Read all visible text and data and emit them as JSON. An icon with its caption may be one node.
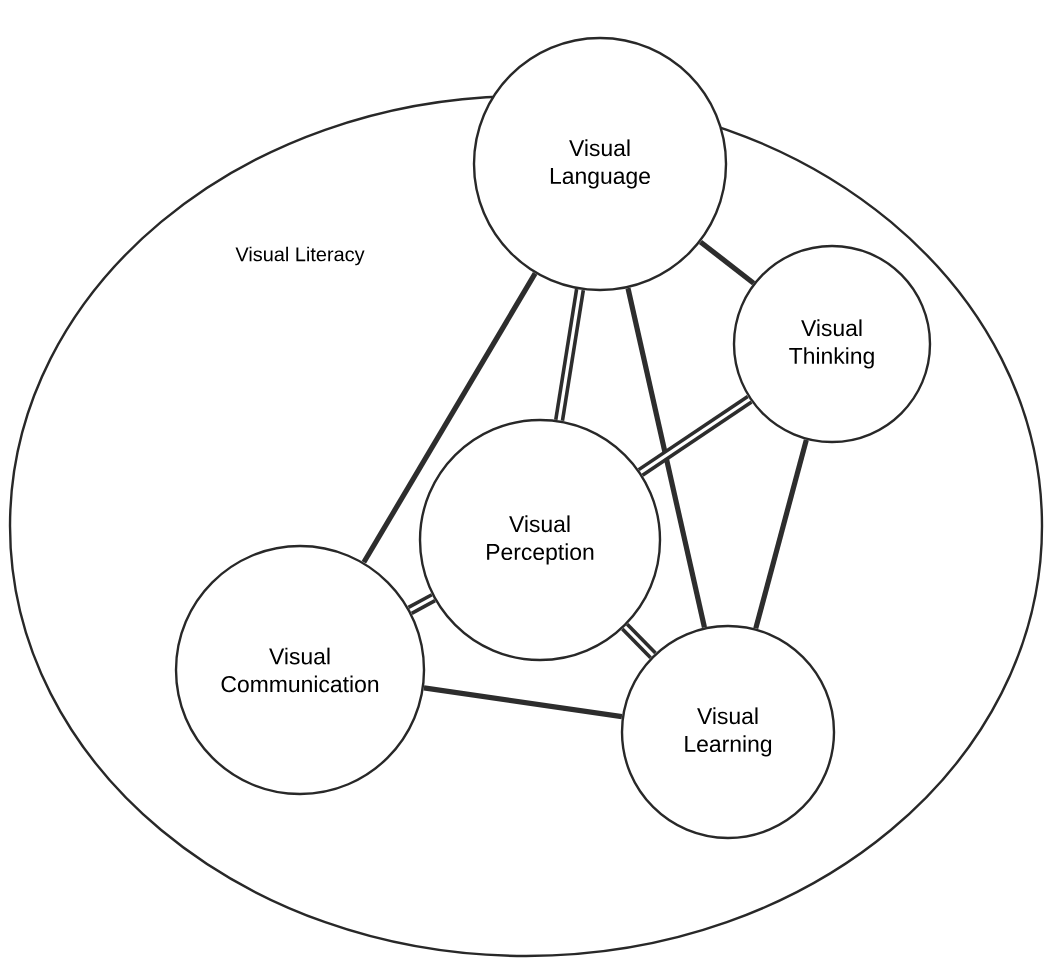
{
  "diagram": {
    "nodes": [
      {
        "text": [
          "Visual Literacy"
        ]
      },
      {
        "text": [
          "Visual Language"
        ]
      },
      {
        "text": [
          "Visual Thinking"
        ],
        "in": 0
      },
      {
        "text": [
          "Visual Perception"
        ],
        "in": 0
      },
      {
        "text": [
          "Visual Communication"
        ],
        "in": 0
      },
      {
        "text": [
          "Visual Learning"
        ],
        "in": 0
      }
    ],
    "edges": [
      {
        "from": 1,
        "to": 2,
        "arrow": "none"
      },
      {
        "from": 1,
        "to": 4,
        "arrow": "none"
      },
      {
        "from": 1,
        "to": 5,
        "arrow": "none"
      },
      {
        "from": 2,
        "to": 5,
        "arrow": "none"
      },
      {
        "from": 4,
        "to": 5,
        "arrow": "none"
      },
      {
        "from": 3,
        "to": 1,
        "arrow": "none",
        "style": "thick"
      },
      {
        "from": 3,
        "to": 2,
        "arrow": "none",
        "style": "thick"
      },
      {
        "from": 3,
        "to": 4,
        "arrow": "none",
        "style": "thick"
      },
      {
        "from": 3,
        "to": 5,
        "arrow": "none",
        "style": "thick"
      }
    ]
  }
}
